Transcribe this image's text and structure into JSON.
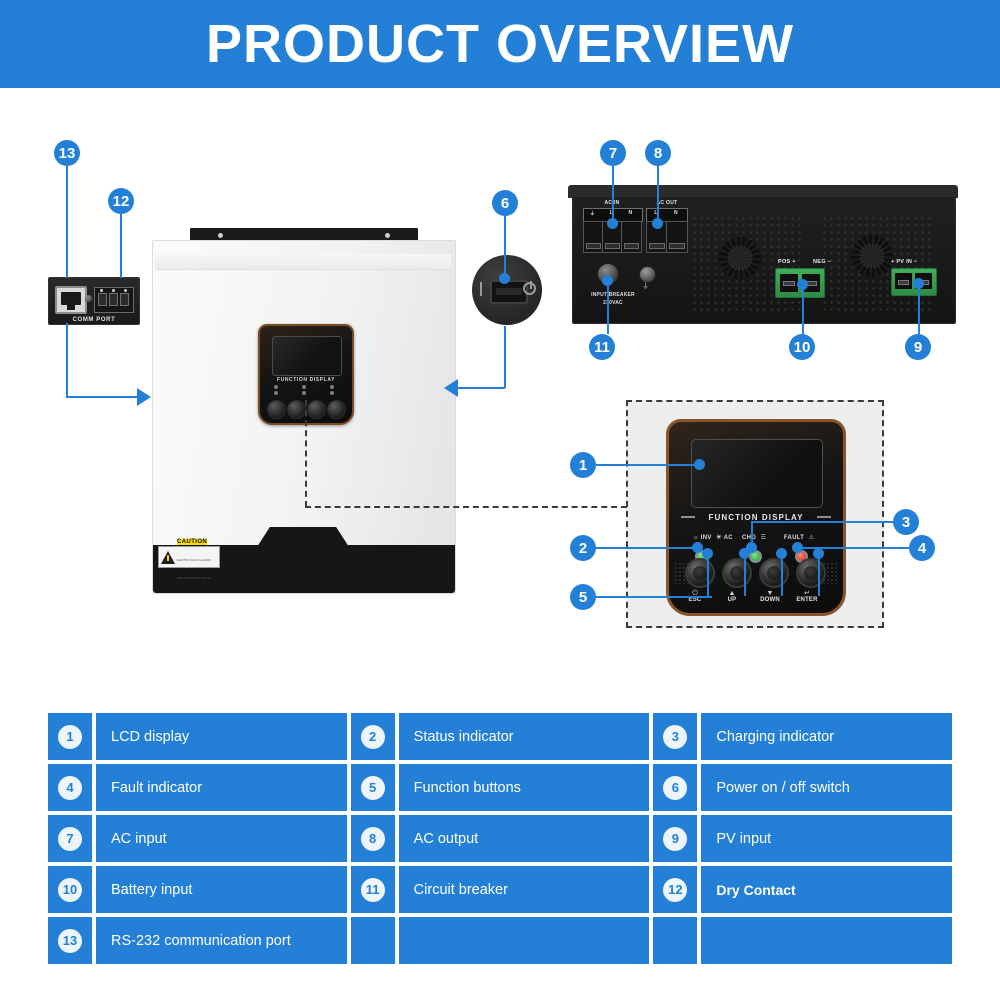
{
  "header": {
    "title": "PRODUCT OVERVIEW",
    "accent": "#2380d6"
  },
  "callouts": {
    "c1": "1",
    "c2": "2",
    "c3": "3",
    "c4": "4",
    "c5": "5",
    "c6": "6",
    "c7": "7",
    "c8": "8",
    "c9": "9",
    "c10": "10",
    "c11": "11",
    "c12": "12",
    "c13": "13"
  },
  "unit": {
    "caution": {
      "word": "CAUTION",
      "line1": "ELECTRIC SHOCK HAZARD",
      "line2": "RISK OF ELECTRIC SHOCK"
    },
    "panel": {
      "function_display": "FUNCTION DISPLAY"
    }
  },
  "rear_panel": {
    "ac_in_label": "AC IN",
    "ac_out_label": "AC OUT",
    "ac_in_terminals": [
      "⏚",
      "L",
      "N"
    ],
    "ac_out_terminals": [
      "L",
      "N"
    ],
    "breaker_line1": "INPUT BREAKER",
    "breaker_line2": "230VAC",
    "battery_pos": "POS +",
    "battery_neg": "NEG −",
    "pv_label": "+ PV IN −",
    "ground_symbol": "⏚"
  },
  "comm_module": {
    "label": "COMM PORT"
  },
  "control_panel": {
    "function_display": "FUNCTION DISPLAY",
    "indicators": [
      {
        "name": "INV",
        "glyph": "☼"
      },
      {
        "name": "AC",
        "glyph": "☀"
      },
      {
        "name": "CHG",
        "glyph": "☲"
      },
      {
        "name": "FAULT",
        "glyph": "⚠"
      }
    ],
    "buttons": [
      {
        "label": "ESC",
        "glyph": "⏻"
      },
      {
        "label": "UP",
        "glyph": "▲"
      },
      {
        "label": "DOWN",
        "glyph": "▼"
      },
      {
        "label": "ENTER",
        "glyph": "↵"
      }
    ]
  },
  "power_switch": {
    "on_mark": "I",
    "off_mark": "⏻"
  },
  "legend": {
    "rows": [
      [
        {
          "num": "1",
          "text": "LCD display"
        },
        {
          "num": "2",
          "text": "Status indicator"
        },
        {
          "num": "3",
          "text": "Charging indicator"
        }
      ],
      [
        {
          "num": "4",
          "text": "Fault indicator"
        },
        {
          "num": "5",
          "text": "Function buttons"
        },
        {
          "num": "6",
          "text": "Power on / off switch"
        }
      ],
      [
        {
          "num": "7",
          "text": "AC input"
        },
        {
          "num": "8",
          "text": "AC output"
        },
        {
          "num": "9",
          "text": "PV input"
        }
      ],
      [
        {
          "num": "10",
          "text": "Battery input"
        },
        {
          "num": "11",
          "text": " Circuit breaker"
        },
        {
          "num": "12",
          "text": "Dry Contact",
          "bold": true
        }
      ],
      [
        {
          "num": "13",
          "text": "RS-232 communication port"
        },
        {
          "num": "",
          "text": ""
        },
        {
          "num": "",
          "text": ""
        }
      ]
    ]
  }
}
